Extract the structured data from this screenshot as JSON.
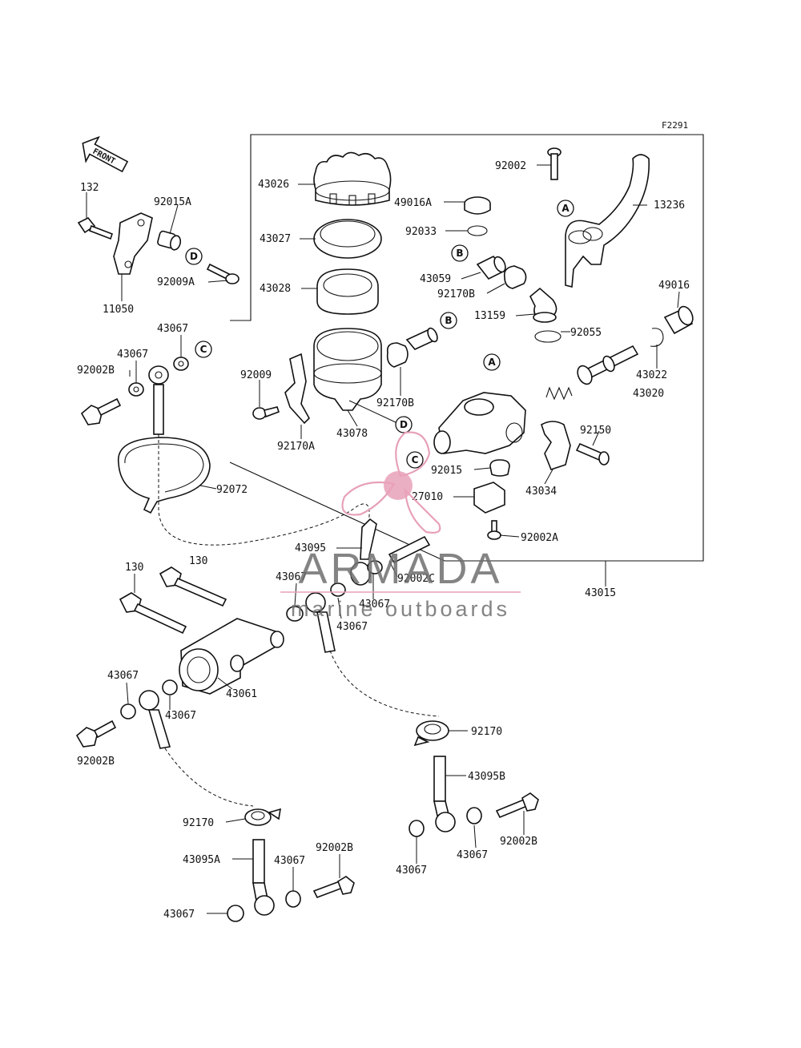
{
  "figure_code": "F2291",
  "front_label": "FRONT",
  "callouts": [
    "A",
    "A",
    "B",
    "B",
    "C",
    "C",
    "D",
    "D"
  ],
  "parts": [
    "132",
    "92015A",
    "92009A",
    "11050",
    "43026",
    "43027",
    "43028",
    "92002",
    "13236",
    "49016A",
    "92033",
    "43059",
    "92170B",
    "13159",
    "92055",
    "49016",
    "43022",
    "43020",
    "43067",
    "43067",
    "92002B",
    "92009",
    "92170A",
    "43078",
    "92170B",
    "92150",
    "92015",
    "43034",
    "92072",
    "27010",
    "92002A",
    "43095",
    "43067",
    "92002C",
    "43067",
    "43067",
    "43015",
    "130",
    "130",
    "43061",
    "43067",
    "43067",
    "92002B",
    "92170",
    "43095B",
    "92002B",
    "43067",
    "43067",
    "92170",
    "43095A",
    "43067",
    "92002B",
    "43067"
  ],
  "watermark": {
    "brand": "ARMADA",
    "tagline": "marine outboards",
    "accent_color": "#e7a1b8",
    "text_color": "#6f6f6f"
  }
}
